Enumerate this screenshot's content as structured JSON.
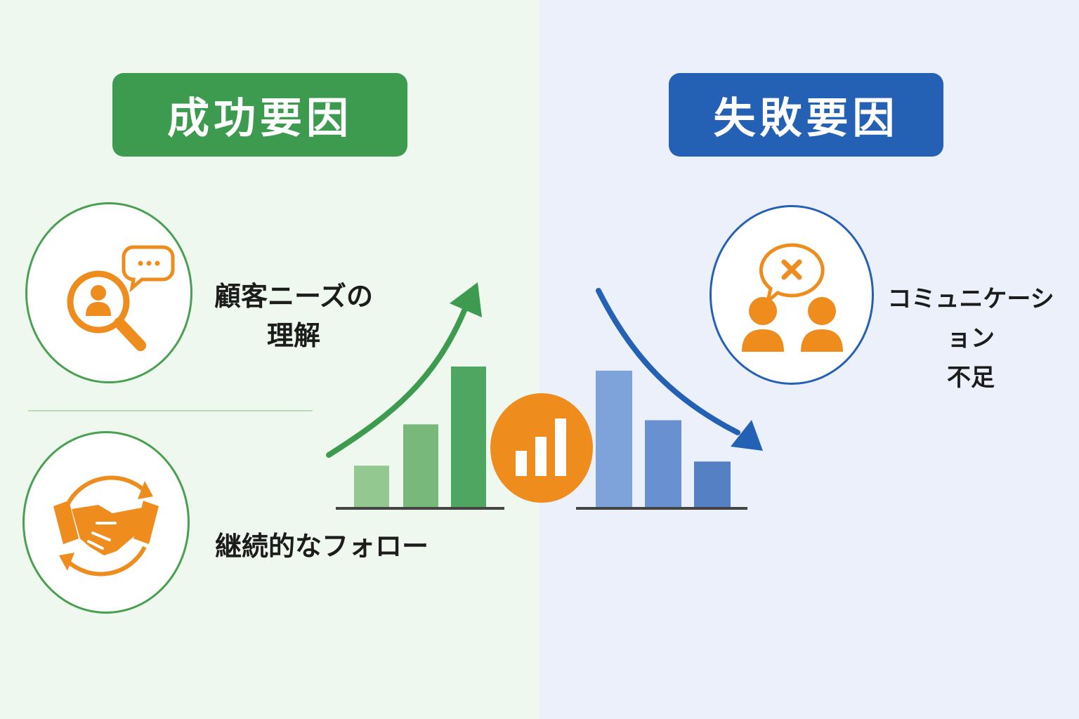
{
  "headers": {
    "success": "成功要因",
    "failure": "失敗要因"
  },
  "success_factors": [
    {
      "icon": "customer-search-icon",
      "line1": "顧客ニーズの",
      "line2": "理解"
    },
    {
      "icon": "handshake-cycle-icon",
      "line1": "継続的なフォロー"
    }
  ],
  "failure_factors": [
    {
      "icon": "communication-failure-icon",
      "line1": "コミュニケーション",
      "line2": "不足"
    }
  ],
  "center_icon": "bar-chart-icon",
  "colors": {
    "success": "#3c9b4f",
    "failure": "#2461b5",
    "accent": "#ee8c1d",
    "success_bg": "#eff8ef",
    "failure_bg": "#ecf0fb"
  },
  "chart_data": [
    {
      "type": "bar",
      "trend": "increasing",
      "categories": [
        "",
        "",
        ""
      ],
      "values": [
        1,
        2,
        3.4
      ],
      "colors": [
        "#93c890",
        "#79b87b",
        "#4ea660"
      ]
    },
    {
      "type": "bar",
      "trend": "decreasing",
      "categories": [
        "",
        "",
        ""
      ],
      "values": [
        3.3,
        2.1,
        1.1
      ],
      "colors": [
        "#7ea2da",
        "#6990d0",
        "#5580c4"
      ]
    }
  ]
}
